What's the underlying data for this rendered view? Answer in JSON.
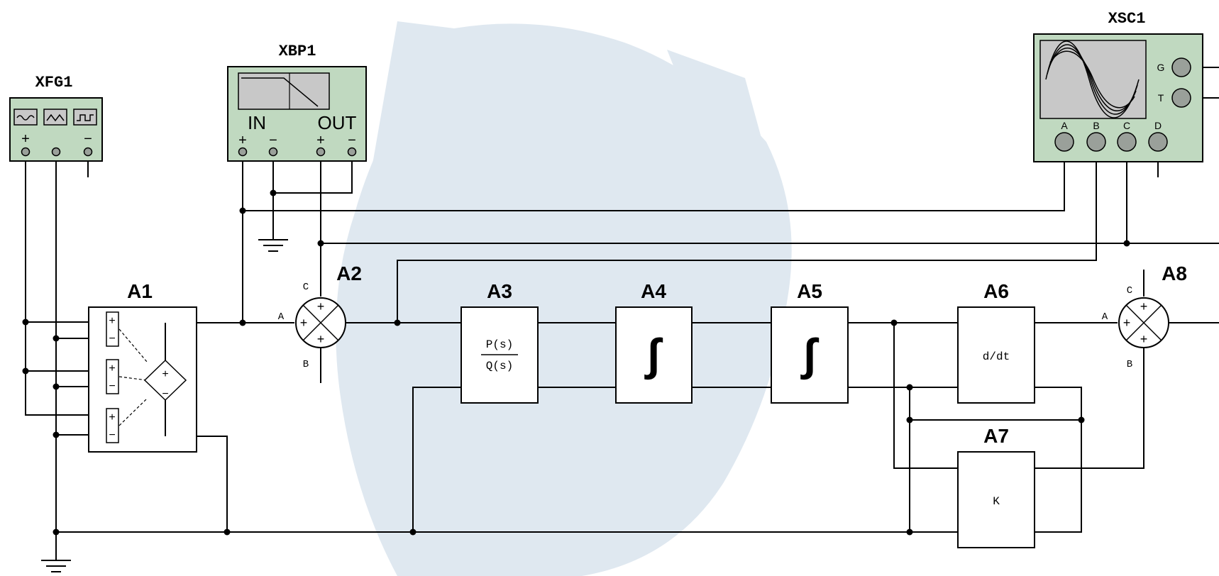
{
  "instruments": {
    "xfg1": {
      "name": "XFG1",
      "plus": "+",
      "common": "",
      "minus": "−"
    },
    "xbp1": {
      "name": "XBP1",
      "in": "IN",
      "out": "OUT",
      "in_plus": "+",
      "in_minus": "−",
      "out_plus": "+",
      "out_minus": "−"
    },
    "xsc1": {
      "name": "XSC1",
      "g": "G",
      "t": "T",
      "a": "A",
      "b": "B",
      "c": "C",
      "d": "D"
    }
  },
  "blocks": {
    "a1": {
      "label": "A1",
      "plus": "+",
      "minus": "−"
    },
    "a2": {
      "label": "A2",
      "in_a": "A",
      "in_b": "B",
      "in_c": "C",
      "sign": "+"
    },
    "a3": {
      "label": "A3",
      "numerator": "P(s)",
      "denominator": "Q(s)"
    },
    "a4": {
      "label": "A4",
      "symbol": "∫"
    },
    "a5": {
      "label": "A5",
      "symbol": "∫"
    },
    "a6": {
      "label": "A6",
      "text": "d/dt"
    },
    "a7": {
      "label": "A7",
      "text": "K"
    },
    "a8": {
      "label": "A8",
      "in_a": "A",
      "in_b": "B",
      "in_c": "C",
      "sign": "+"
    }
  },
  "colors": {
    "instrument_fill": "#c0d9c0",
    "screen_fill": "#c8c8c8",
    "watermark": "#dfe8f0",
    "wire": "#000000"
  }
}
